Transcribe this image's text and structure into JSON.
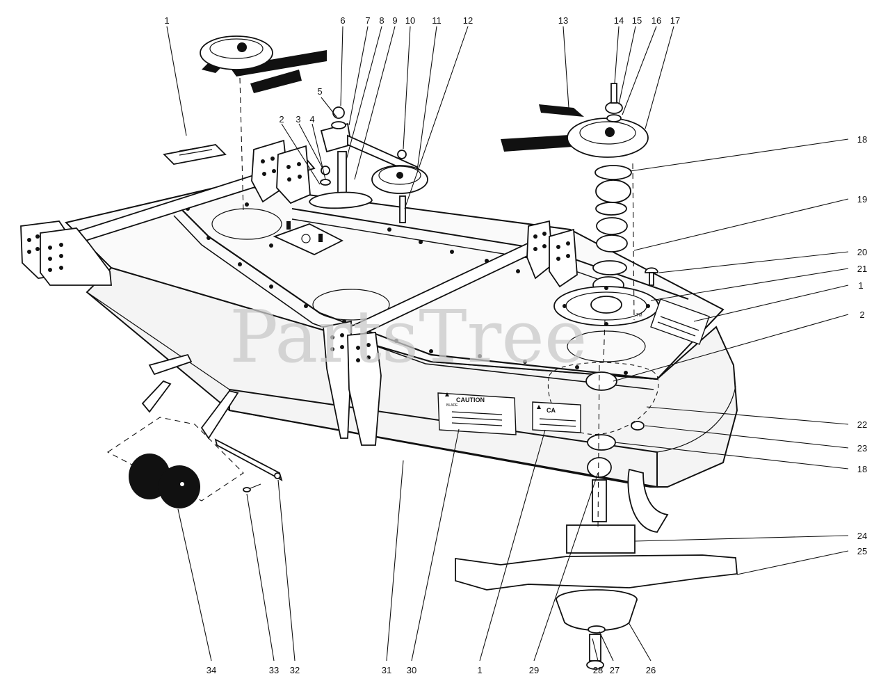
{
  "watermark": {
    "text": "PartsTree",
    "trademark": "TM"
  },
  "decals": {
    "caution_blade_title": "CAUTION",
    "caution_blade_sub": "BLADE",
    "caution_small_title": "CA"
  },
  "callouts": [
    "1",
    "6",
    "7",
    "8",
    "9",
    "10",
    "11",
    "12",
    "13",
    "14",
    "15",
    "16",
    "17",
    "5",
    "2",
    "3",
    "4",
    "18",
    "19",
    "20",
    "21",
    "1",
    "2",
    "22",
    "23",
    "18",
    "24",
    "25",
    "34",
    "33",
    "32",
    "31",
    "30",
    "1",
    "29",
    "28",
    "27",
    "26"
  ]
}
